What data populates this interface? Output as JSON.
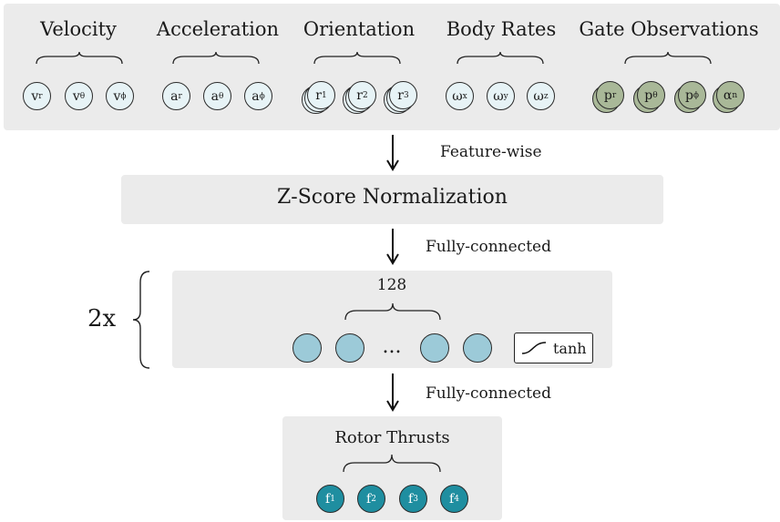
{
  "input_layer": {
    "groups": [
      {
        "title": "Velocity",
        "nodes": [
          {
            "base": "v",
            "sub": "r"
          },
          {
            "base": "v",
            "sub": "θ"
          },
          {
            "base": "v",
            "sub": "ϕ"
          }
        ]
      },
      {
        "title": "Acceleration",
        "nodes": [
          {
            "base": "a",
            "sub": "r"
          },
          {
            "base": "a",
            "sub": "θ"
          },
          {
            "base": "a",
            "sub": "ϕ"
          }
        ]
      },
      {
        "title": "Orientation",
        "nodes": [
          {
            "base": "r",
            "sub": "1"
          },
          {
            "base": "r",
            "sub": "2"
          },
          {
            "base": "r",
            "sub": "3"
          }
        ]
      },
      {
        "title": "Body Rates",
        "nodes": [
          {
            "base": "ω",
            "sub": "x"
          },
          {
            "base": "ω",
            "sub": "y"
          },
          {
            "base": "ω",
            "sub": "z"
          }
        ]
      },
      {
        "title": "Gate Observations",
        "nodes": [
          {
            "base": "p",
            "sub": "r"
          },
          {
            "base": "p",
            "sub": "θ"
          },
          {
            "base": "p",
            "sub": "ϕ"
          },
          {
            "base": "α",
            "sub": "n"
          }
        ]
      }
    ]
  },
  "edges": {
    "feature_wise": "Feature-wise",
    "fully_connected_1": "Fully-connected",
    "fully_connected_2": "Fully-connected"
  },
  "normalization": {
    "label": "Z-Score Normalization"
  },
  "hidden_layer": {
    "repeat": "2x",
    "width_label": "128",
    "ellipsis": "...",
    "activation": "tanh"
  },
  "output_layer": {
    "title": "Rotor Thrusts",
    "nodes": [
      {
        "base": "f",
        "sub": "1"
      },
      {
        "base": "f",
        "sub": "2"
      },
      {
        "base": "f",
        "sub": "3"
      },
      {
        "base": "f",
        "sub": "4"
      }
    ]
  },
  "colors": {
    "panel": "#ebebeb",
    "input_node": "#e7f3f6",
    "gate_node": "#a9b898",
    "hidden_node": "#9ccad8",
    "output_node": "#1f8ea0"
  }
}
